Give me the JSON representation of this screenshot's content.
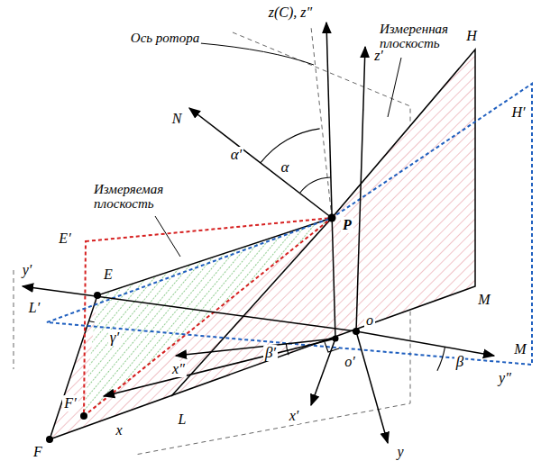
{
  "diagram": {
    "labels": [
      "Ось ротора",
      "z(C), z″",
      "Измеренная плоскость",
      "z′",
      "H",
      "N",
      "α′",
      "α",
      "Измеряемая плоскость",
      "H′",
      "P",
      "E′",
      "E",
      "y′",
      "L′",
      "γ′",
      "M",
      "o",
      "β′",
      "o′",
      "x″",
      "F′",
      "x",
      "L",
      "F",
      "x′",
      "β",
      "y″",
      "M",
      "y"
    ]
  }
}
